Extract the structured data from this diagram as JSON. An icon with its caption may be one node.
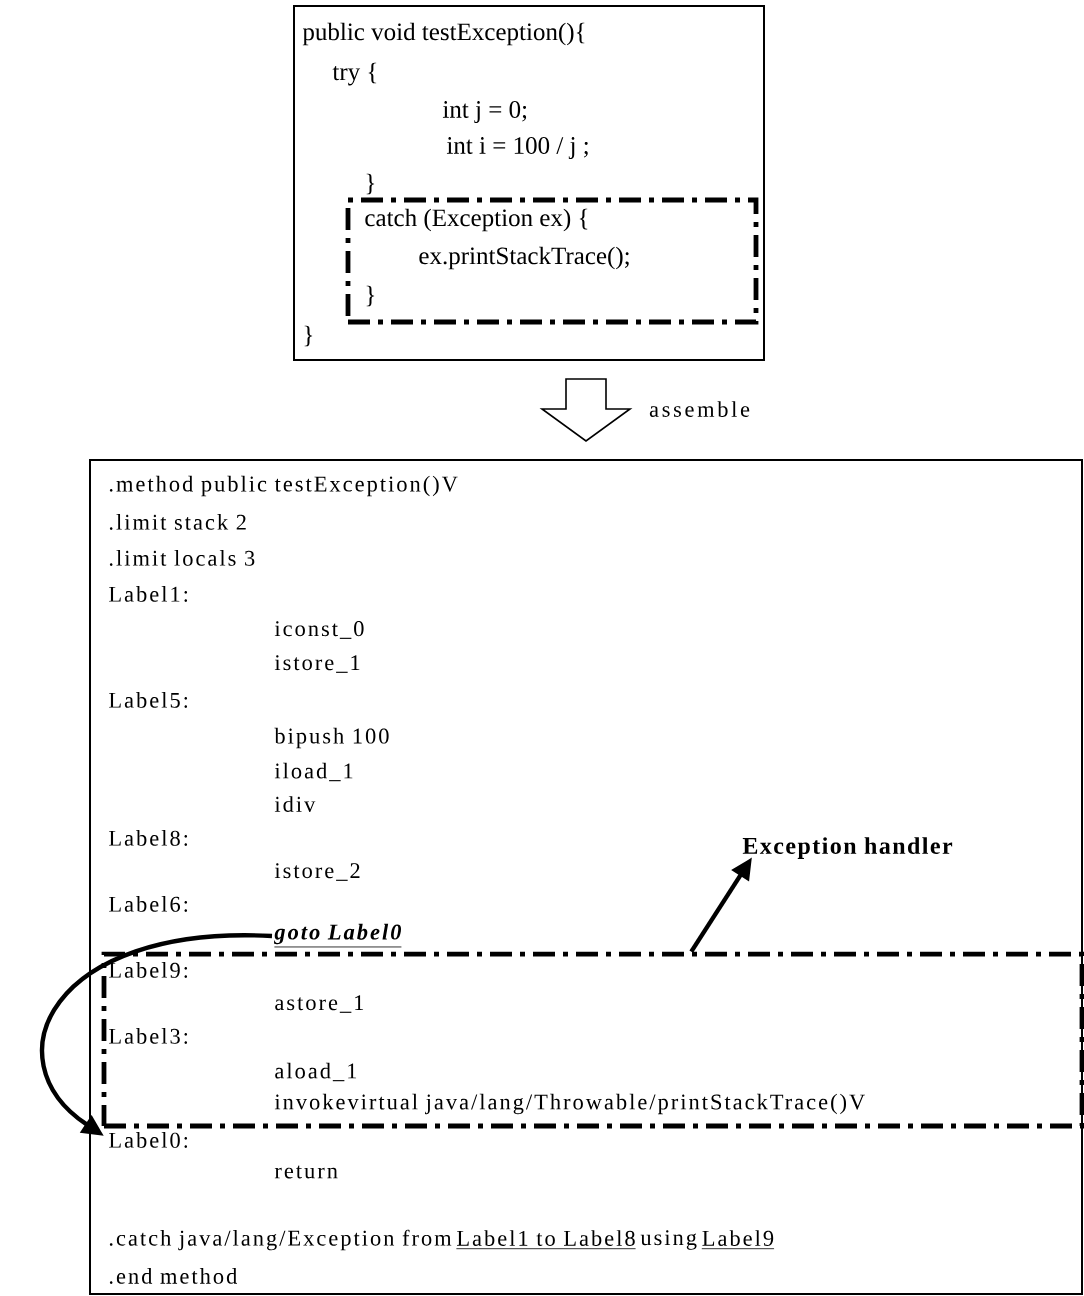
{
  "diagram": {
    "nodes": [
      {
        "text": [
          "public void testException(){",
          "try {",
          "int j = 0;",
          "int i = 100 / j ;",
          "}",
          "}"
        ]
      },
      {
        "text": [
          "catch (Exception ex) {",
          "ex.printStackTrace();",
          "}"
        ],
        "in": 0
      },
      {
        "text": [
          ".method public testException()V",
          ".limit stack 2",
          ".limit locals 3",
          "Label1:",
          "iconst_0",
          "istore_1",
          "Label5:",
          "bipush 100",
          "iload_1",
          "idiv",
          "Label8:",
          "istore_2",
          "Label6:",
          "return",
          ".catch java/lang/Exception from",
          "Label1 to Label8",
          "using",
          "Label9",
          ".end method"
        ]
      },
      {
        "text": [
          "goto Label0"
        ],
        "in": 2
      },
      {
        "text": [
          "Label9:",
          "astore_1",
          "Label3:",
          "aload_1",
          "invokevirtual java/lang/Throwable/printStackTrace()V"
        ],
        "in": 2
      },
      {
        "text": [
          "Label0:"
        ],
        "in": 2
      },
      {
        "text": [
          "Exception handler"
        ],
        "in": 2
      }
    ],
    "edges": [
      {
        "from": 0,
        "to": 2,
        "arrow": "to",
        "label": "assemble"
      },
      {
        "from": 4,
        "to": 6,
        "arrow": "to"
      },
      {
        "from": 3,
        "to": 5,
        "arrow": "to"
      }
    ]
  }
}
